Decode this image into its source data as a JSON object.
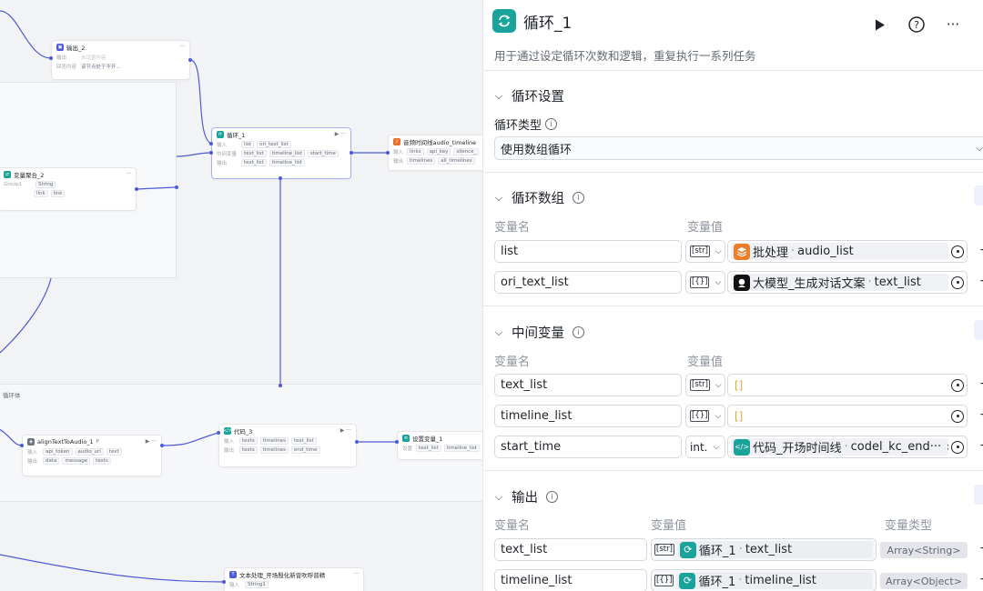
{
  "canvas": {
    "loop_group_label": "循环体",
    "nodes": {
      "output2": {
        "title": "输出_2",
        "row1_key": "输出",
        "row1_val": "未设置内容",
        "row2_key": "回答内容",
        "row2_val": "该节点处于不开..."
      },
      "varagg": {
        "title": "变量聚合_2",
        "row1_key": "Group1",
        "row1_val": "String",
        "row2_val1": "link",
        "row2_val2": "link"
      },
      "loop1": {
        "title": "循环_1",
        "r1k": "输入",
        "r1a": "list",
        "r1b": "ori_text_list",
        "r2k": "中间变量",
        "r2a": "text_list",
        "r2b": "timeline_list",
        "r2c": "start_time",
        "r3k": "输出",
        "r3a": "text_list",
        "r3b": "timeline_list"
      },
      "audio": {
        "title": "音频时间线audio_timeline",
        "r1k": "输入",
        "r1a": "links",
        "r1b": "api_key",
        "r1c": "silence_",
        "r2k": "输出",
        "r2a": "timelines",
        "r2b": "all_timelines"
      },
      "align": {
        "title": "alignTextToAudio_1",
        "suffix": "P",
        "r1k": "输入",
        "r1a": "api_token",
        "r1b": "audio_url",
        "r1c": "text",
        "r2k": "输出",
        "r2a": "data",
        "r2b": "message",
        "r2c": "texts"
      },
      "code3": {
        "title": "代码_3",
        "r1k": "输入",
        "r1a": "texts",
        "r1b": "timelines",
        "r1c": "text_list",
        "r2k": "输出",
        "r2a": "texts",
        "r2b": "timelines",
        "r2c": "end_time"
      },
      "setvar": {
        "title": "设置变量_1",
        "r1k": "设置",
        "r1a": "text_list",
        "r1b": "timeline_list"
      },
      "textproc": {
        "title": "文本处理_开场殷化新曾吹呼普精",
        "r1k": "输入",
        "r1a": "String1"
      }
    }
  },
  "panel": {
    "title": "循环_1",
    "description": "用于通过设定循环次数和逻辑，重复执行一系列任务",
    "header_buttons": [
      "play-icon",
      "help-icon",
      "more-icon",
      "close-icon"
    ],
    "loop_settings": {
      "section_title": "循环设置",
      "type_label": "循环类型",
      "type_value": "使用数组循环"
    },
    "loop_array": {
      "section_title": "循环数组",
      "col_name": "变量名",
      "col_value": "变量值",
      "rows": [
        {
          "name": "list",
          "type": "[str]",
          "source": "批处理",
          "field": "audio_list",
          "icon": "batch-icon",
          "icon_color": "#ea7e2a"
        },
        {
          "name": "ori_text_list",
          "type": "[{}]",
          "source": "大模型_生成对话文案",
          "field": "text_list",
          "icon": "llm-icon",
          "icon_color": "#111111"
        }
      ]
    },
    "intermediate": {
      "section_title": "中间变量",
      "col_name": "变量名",
      "col_value": "变量值",
      "rows": [
        {
          "name": "text_list",
          "type": "[str]",
          "literal": "[]"
        },
        {
          "name": "timeline_list",
          "type": "[{}]",
          "literal": "[]"
        },
        {
          "name": "start_time",
          "type": "int.",
          "source": "代码_开场时间线",
          "field": "codel_kc_end···",
          "icon": "code-icon",
          "icon_color": "#1aa39a"
        }
      ]
    },
    "output": {
      "section_title": "输出",
      "col_name": "变量名",
      "col_value": "变量值",
      "col_type": "变量类型",
      "rows": [
        {
          "name": "text_list",
          "type": "[str]",
          "source": "循环_1",
          "field": "text_list",
          "var_type": "Array<String>"
        },
        {
          "name": "timeline_list",
          "type": "[{}]",
          "source": "循环_1",
          "field": "timeline_list",
          "var_type": "Array<Object>"
        }
      ]
    },
    "colors": {
      "accent": "#1aa39a",
      "wire": "#4e5ad8"
    }
  }
}
